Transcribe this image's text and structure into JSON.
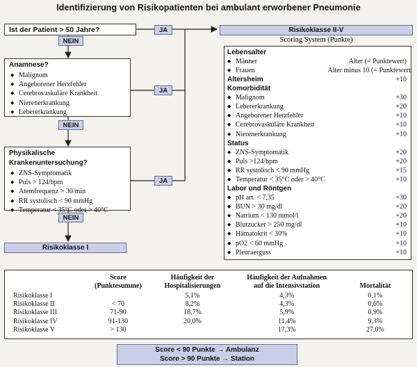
{
  "title": "Identifizierung von Risikopatienten bei ambulant erworbener Pneumonie",
  "question1": "Ist der Patient > 50 Jahre?",
  "ja_label": "JA",
  "nein_label": "NEIN",
  "anamnese": {
    "heading": "Anamnese?",
    "items": [
      "Malignom",
      "Angeborener Herzfehler",
      "Cerebrovaskuläre Krankheit",
      "Nierenerkrankung",
      "Lebererkrankung"
    ]
  },
  "untersuchung": {
    "heading": "Physikalische Krankenuntersuchung?",
    "items": [
      "ZNS-Symptomatik",
      "Puls > 124/bpm",
      "Atemfrequenz > 30/min",
      "RR systolisch < 90 mmHg",
      "Temperatur < 35°C oder > 40°C"
    ]
  },
  "risikoklasse1": "Risikoklasse  I",
  "scoring": {
    "header": "Risikoklasse  II-V",
    "subtitle": "Scoring System (Punkte)",
    "lebensalter": {
      "heading": "Lebensalter",
      "rows": [
        {
          "label": "Männer",
          "value": "Alter (= Punktewert)"
        },
        {
          "label": "Frauen",
          "value": "Alter minus 10 (= Punktewert"
        }
      ]
    },
    "altersheim": {
      "heading": "Altersheim",
      "value": "+10"
    },
    "komorbiditaet": {
      "heading": "Komorbidität",
      "rows": [
        {
          "label": "Malignom",
          "value": "+30"
        },
        {
          "label": "Lebererkrankung",
          "value": "+20"
        },
        {
          "label": "Angeborener Herzfehler",
          "value": "+10"
        },
        {
          "label": "Cerebrovaskuläre Krankheit",
          "value": "+10"
        },
        {
          "label": "Nierenerkrankung",
          "value": "+10"
        }
      ]
    },
    "status": {
      "heading": "Status",
      "rows": [
        {
          "label": "ZNS-Symptomatik",
          "value": "+20"
        },
        {
          "label": "Puls >124/bpm",
          "value": "+20"
        },
        {
          "label": "RR systolisch < 90 mmHg",
          "value": "+15"
        },
        {
          "label": "Temperatur < 35°C oder > 40°C",
          "value": "+10"
        }
      ]
    },
    "labor": {
      "heading": "Labor und Röntgen",
      "rows": [
        {
          "label": "pH art. < 7,35",
          "value": "+30"
        },
        {
          "label": "BUN > 30 mg/dl",
          "value": "+20"
        },
        {
          "label": "Natrium < 130 mmol/l",
          "value": "+20"
        },
        {
          "label": "Blutzucker > 250 mg/dl",
          "value": "+10"
        },
        {
          "label": "Hämatokrit < 30%",
          "value": "+10"
        },
        {
          "label": "pO2 < 60 mmHg",
          "value": "+10"
        },
        {
          "label": "Pleuraerguss",
          "value": "+10"
        }
      ]
    }
  },
  "table": {
    "headers": [
      "",
      "Score\n(Punktesumme)",
      "Häufigkeit der\nHospitalisierungen",
      "Häufigkeit der Aufnahmen\nauf die Intensivstation",
      "Mortalität"
    ],
    "rows": [
      [
        "Risikoklasse I",
        "",
        "5,1%",
        "4,3%",
        "0,1%"
      ],
      [
        "Risikoklasse II",
        "< 70",
        "8,2%",
        "4,3%",
        "0,6%"
      ],
      [
        "Risikoklasse III",
        "71-90",
        "18,7%",
        "5,9%",
        "0,9%"
      ],
      [
        "Risikoklasse IV",
        "91-130",
        "20,0%",
        "11,4%",
        "9,3%"
      ],
      [
        "Risikoklasse V",
        "> 130",
        "",
        "17,3%",
        "27,0%"
      ]
    ]
  },
  "footer": {
    "line1": "Score < 90 Punkte → Ambulanz",
    "line2": "Score > 90 Punkte → Station"
  }
}
